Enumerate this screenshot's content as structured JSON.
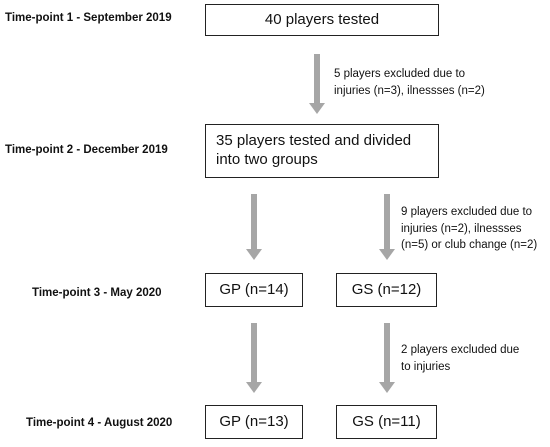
{
  "colors": {
    "arrow": "#a6a6a6",
    "border": "#222222",
    "text": "#111111"
  },
  "timepoints": [
    {
      "label": "Time-point 1 - September 2019"
    },
    {
      "label": "Time-point 2 - December 2019"
    },
    {
      "label": "Time-point 3 - May 2020"
    },
    {
      "label": "Time-point 4 - August 2020"
    }
  ],
  "boxes": {
    "tested40": "40 players tested",
    "tested35": "35 players tested and divided into two groups",
    "gp_t3": "GP (n=14)",
    "gs_t3": "GS (n=12)",
    "gp_t4": "GP (n=13)",
    "gs_t4": "GS (n=11)"
  },
  "exclusions": {
    "first": "5 players excluded due to\ninjuries (n=3), ilnessses (n=2)",
    "second": "9 players excluded due to\ninjuries (n=2), ilnessses\n(n=5) or club change (n=2)",
    "third": "2 players excluded due\nto injuries"
  }
}
